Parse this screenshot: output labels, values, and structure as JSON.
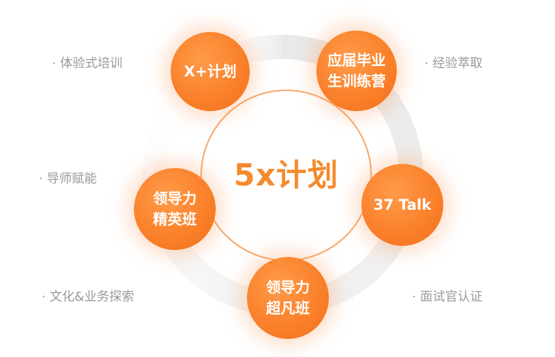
{
  "center": {
    "title": "5x计划"
  },
  "nodes": {
    "x_plan": "X+计划",
    "graduate_camp": "应届毕业\n生训练营",
    "talk_37": "37 Talk",
    "leadership_elite": "领导力\n精英班",
    "leadership_super": "领导力\n超凡班"
  },
  "side_labels": {
    "top_left": "· 体验式培训",
    "top_right": "· 经验萃取",
    "middle_left": "· 导师赋能",
    "bottom_left": "· 文化&业务探索",
    "bottom_right": "· 面试官认证"
  },
  "colors": {
    "node_orange": "#fa812b",
    "title_orange": "#f58a2d",
    "ring_line": "#f7a566",
    "label_gray": "#9a9a9a",
    "arc_gray": "#ececec"
  }
}
